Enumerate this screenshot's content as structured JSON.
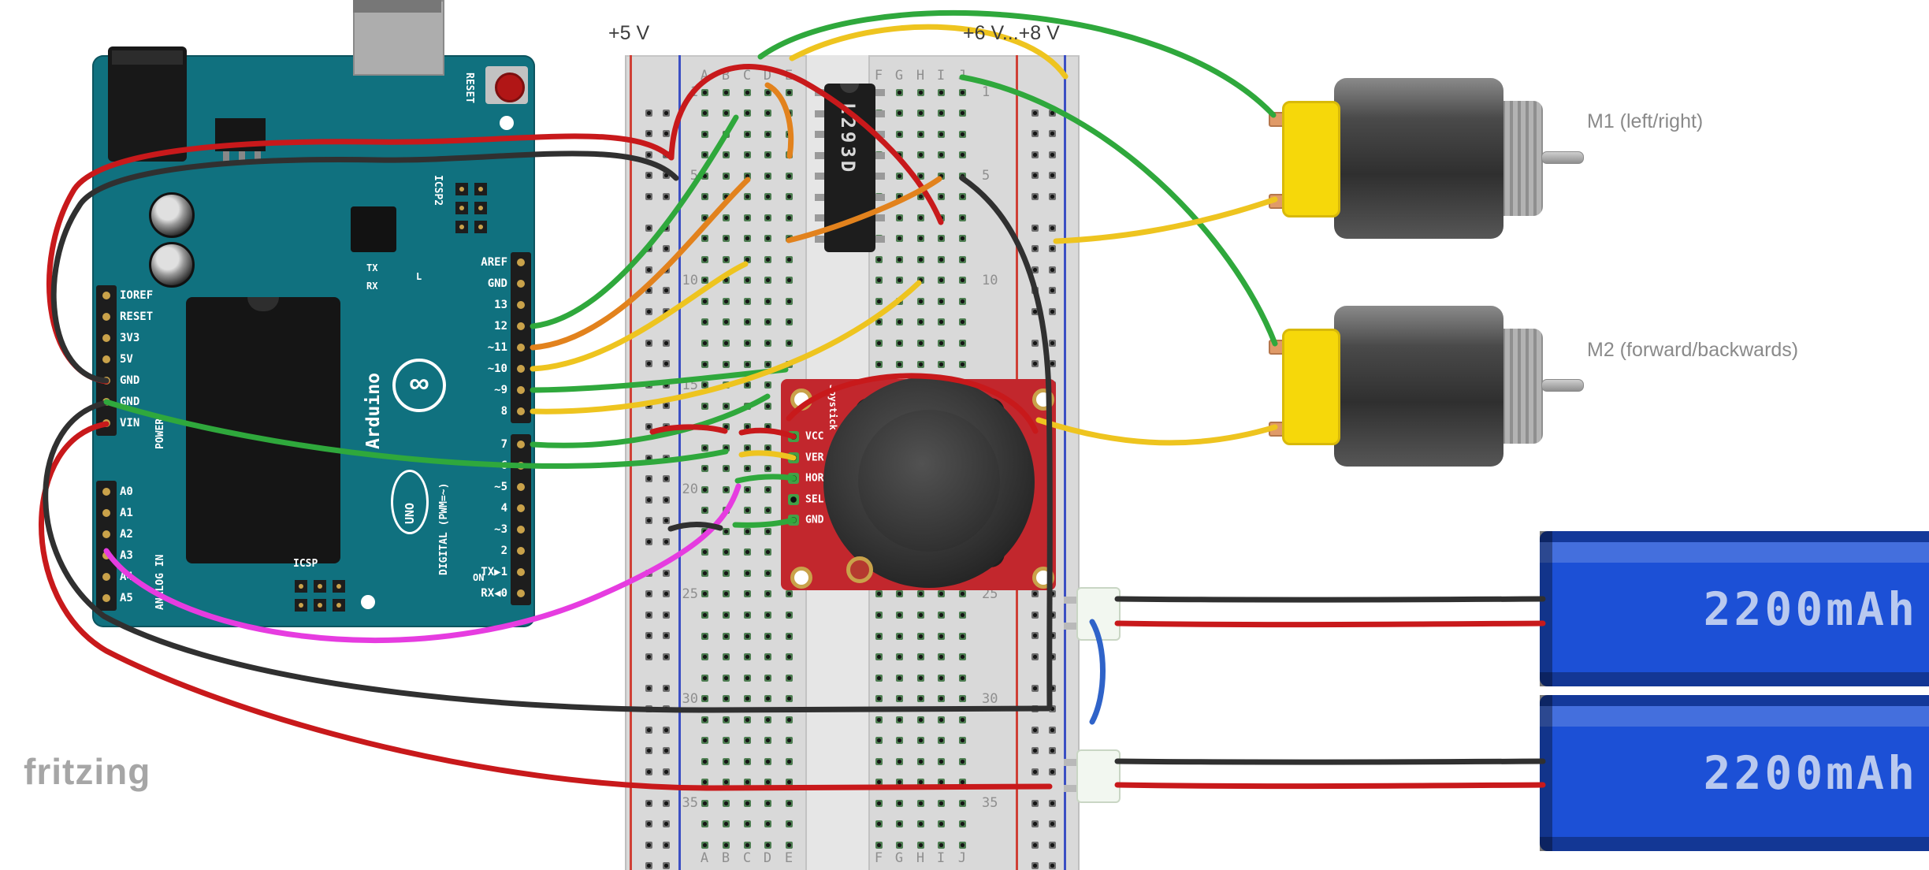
{
  "annotations": {
    "supply_left": "+5 V",
    "supply_right": "+6 V...+8 V",
    "motor1_label": "M1 (left/right)",
    "motor2_label": "M2 (forward/backwards)",
    "watermark": "fritzing"
  },
  "arduino": {
    "brand_vertical": "Arduino",
    "model": "UNO",
    "logo_glyph": "∞",
    "reset_button_label": "RESET",
    "icsp2_label": "ICSP2",
    "icsp_label": "ICSP",
    "on_label": "ON",
    "led_label": "L",
    "tx_label": "TX",
    "rx_label": "RX",
    "digital_header_label": "DIGITAL (PWM=~)",
    "power_header_label": "POWER",
    "analog_header_label": "ANALOG IN",
    "digital_pins": [
      "AREF",
      "GND",
      "13",
      "12",
      "~11",
      "~10",
      "~9",
      "8",
      "7",
      "~6",
      "~5",
      "4",
      "~3",
      "2",
      "TX▶1",
      "RX◀0"
    ],
    "power_pins": [
      "IOREF",
      "RESET",
      "3V3",
      "5V",
      "GND",
      "GND",
      "VIN"
    ],
    "analog_pins": [
      "A0",
      "A1",
      "A2",
      "A3",
      "A4",
      "A5"
    ]
  },
  "driver_ic": {
    "label": "L293D"
  },
  "joystick": {
    "vertical_label": "Joystick",
    "pins": [
      "VCC",
      "VER",
      "HOR",
      "SEL",
      "GND"
    ]
  },
  "breadboard": {
    "column_letters": [
      "A",
      "B",
      "C",
      "D",
      "E",
      "F",
      "G",
      "H",
      "I",
      "J"
    ],
    "row_numbers": [
      "1",
      "5",
      "10",
      "15",
      "20",
      "25",
      "30",
      "35"
    ]
  },
  "batteries": [
    {
      "capacity": "2200mAh"
    },
    {
      "capacity": "2200mAh"
    }
  ],
  "colors": {
    "wire_red": "#c8191b",
    "wire_black": "#303030",
    "wire_green": "#2fa83c",
    "wire_yellow": "#eec41f",
    "wire_orange": "#e2821d",
    "wire_magenta": "#e63ce0",
    "wire_blue": "#2f63c9",
    "arduino_teal": "#10717f",
    "breadboard_gray": "#d9d9d9",
    "battery_blue": "#1c50d6",
    "joystick_red": "#c2272d",
    "motor_yellow": "#f6d80a",
    "ic_black": "#1d1d1d"
  }
}
